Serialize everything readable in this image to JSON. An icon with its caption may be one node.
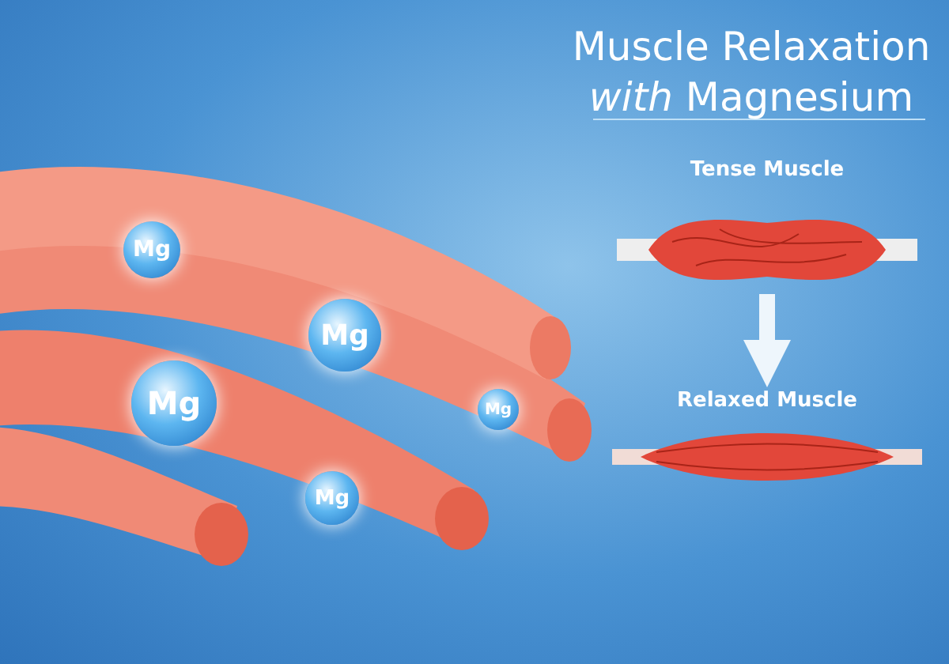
{
  "diagram": {
    "title": "Muscle Relaxation *with* Magnesium",
    "nodes": [
      {
        "text": [
          "Mg"
        ]
      },
      {
        "text": [
          "Mg"
        ]
      },
      {
        "text": [
          "Mg"
        ]
      },
      {
        "text": [
          "Mg"
        ]
      },
      {
        "text": [
          "Mg"
        ]
      },
      {
        "text": [
          "Tense Muscle"
        ]
      },
      {
        "text": [
          "Relaxed Muscle"
        ]
      }
    ],
    "edges": [
      {
        "from": 5,
        "to": 6,
        "arrow": "to"
      }
    ]
  }
}
